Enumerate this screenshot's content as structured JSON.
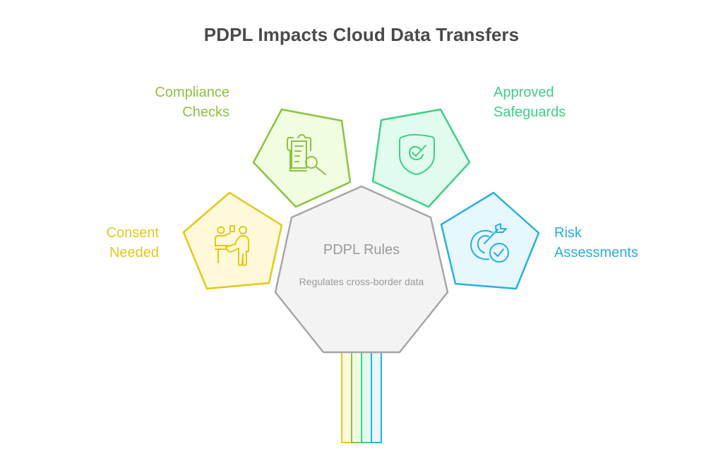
{
  "title": "PDPL Impacts Cloud Data Transfers",
  "center": {
    "title": "PDPL Rules",
    "description": "Regulates cross-border data",
    "fill": "#f3f3f3",
    "stroke": "#a6a6a6"
  },
  "items": [
    {
      "label_line1": "Consent",
      "label_line2": "Needed",
      "icon": "presentation-people-icon",
      "stroke": "#e3c81a",
      "fill": "#fff9d9"
    },
    {
      "label_line1": "Compliance",
      "label_line2": "Checks",
      "icon": "clipboard-search-icon",
      "stroke": "#8cc23f",
      "fill": "#f1fde0"
    },
    {
      "label_line1": "Approved",
      "label_line2": "Safeguards",
      "icon": "shield-check-icon",
      "stroke": "#3ecf86",
      "fill": "#e1fcee"
    },
    {
      "label_line1": "Risk",
      "label_line2": "Assessments",
      "icon": "target-check-icon",
      "stroke": "#28aee0",
      "fill": "#e6f7fe"
    }
  ]
}
